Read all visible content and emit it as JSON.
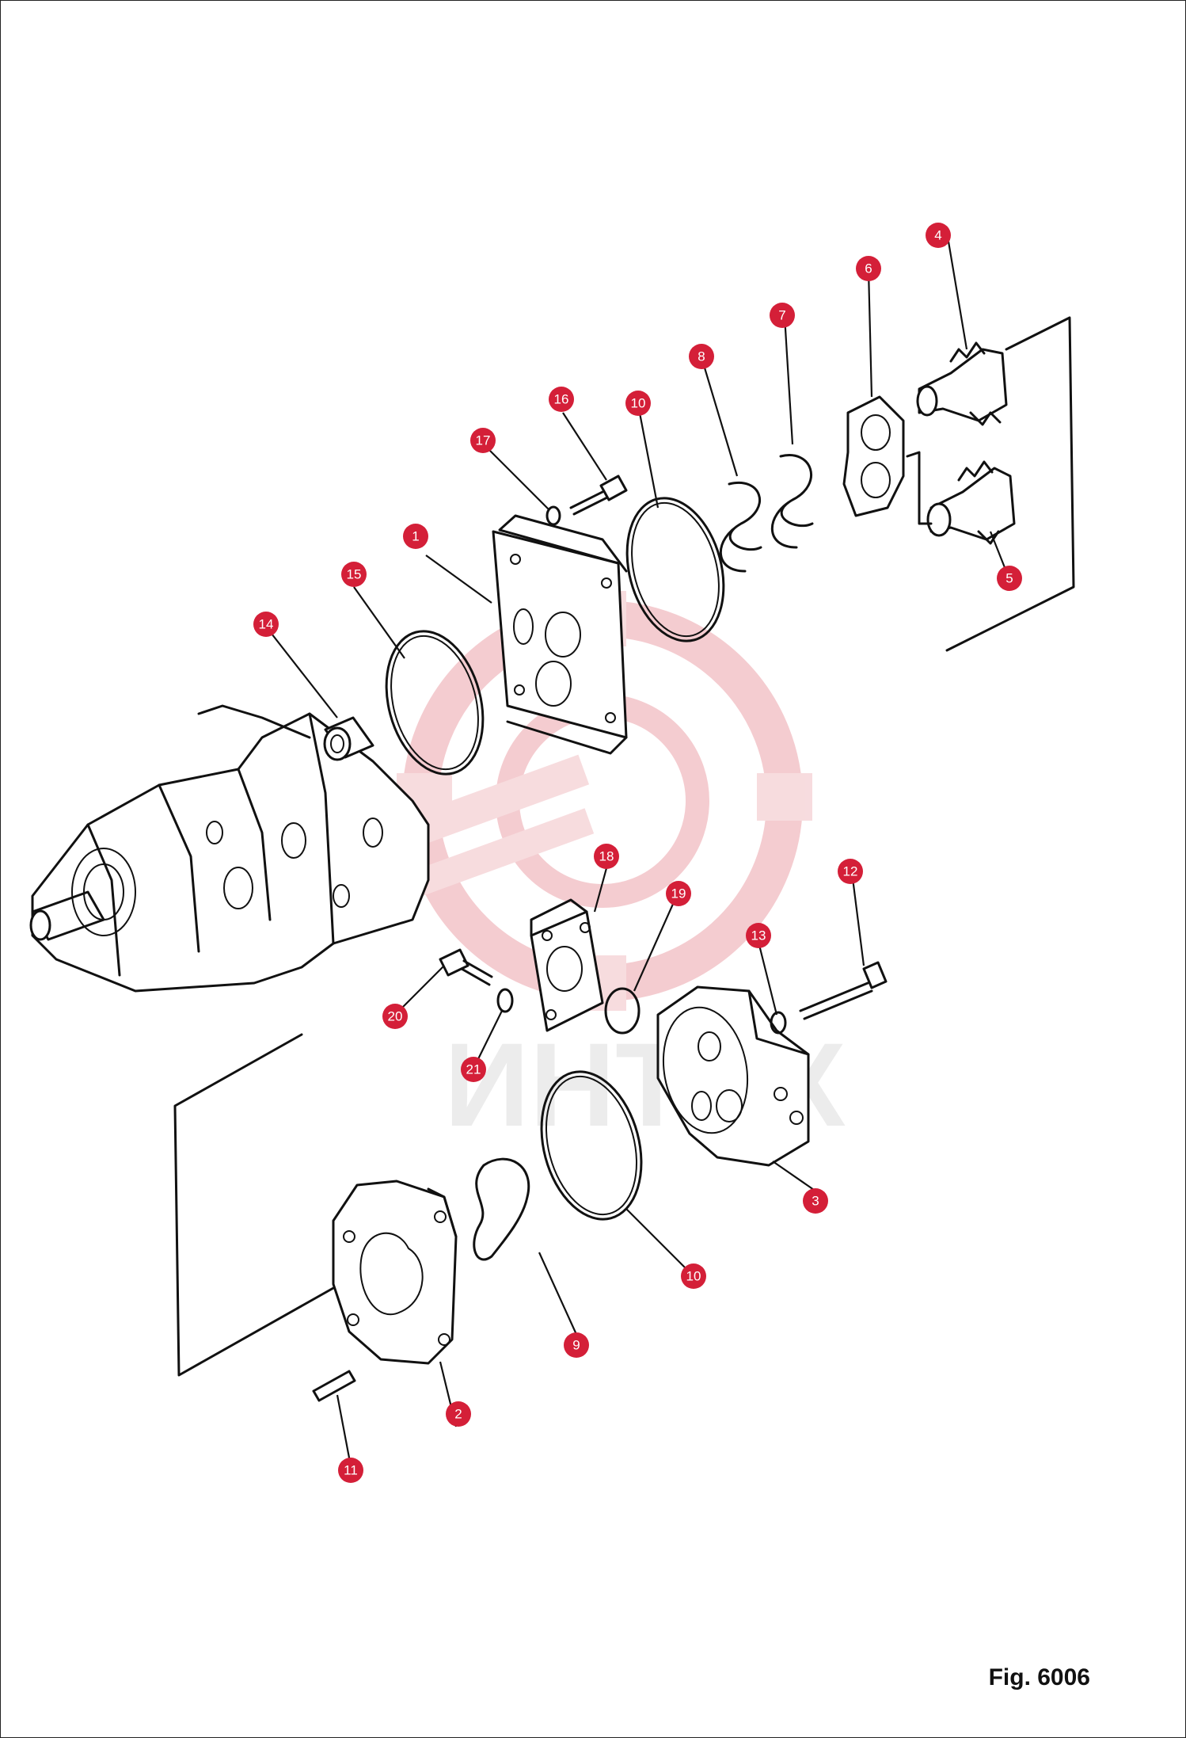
{
  "figure": {
    "label": "Fig. 6006"
  },
  "watermark": {
    "text": "ИНТЕХ",
    "color": "#f3c4c8"
  },
  "callout_color": "#d41f38",
  "callouts": [
    {
      "id": "callout-1",
      "number": "1"
    },
    {
      "id": "callout-2",
      "number": "2"
    },
    {
      "id": "callout-3",
      "number": "3"
    },
    {
      "id": "callout-4",
      "number": "4"
    },
    {
      "id": "callout-5",
      "number": "5"
    },
    {
      "id": "callout-6",
      "number": "6"
    },
    {
      "id": "callout-7",
      "number": "7"
    },
    {
      "id": "callout-8",
      "number": "8"
    },
    {
      "id": "callout-9",
      "number": "9"
    },
    {
      "id": "callout-10a",
      "number": "10"
    },
    {
      "id": "callout-10b",
      "number": "10"
    },
    {
      "id": "callout-11",
      "number": "11"
    },
    {
      "id": "callout-12",
      "number": "12"
    },
    {
      "id": "callout-13",
      "number": "13"
    },
    {
      "id": "callout-14",
      "number": "14"
    },
    {
      "id": "callout-15",
      "number": "15"
    },
    {
      "id": "callout-16",
      "number": "16"
    },
    {
      "id": "callout-17",
      "number": "17"
    },
    {
      "id": "callout-18",
      "number": "18"
    },
    {
      "id": "callout-19",
      "number": "19"
    },
    {
      "id": "callout-20",
      "number": "20"
    },
    {
      "id": "callout-21",
      "number": "21"
    }
  ]
}
